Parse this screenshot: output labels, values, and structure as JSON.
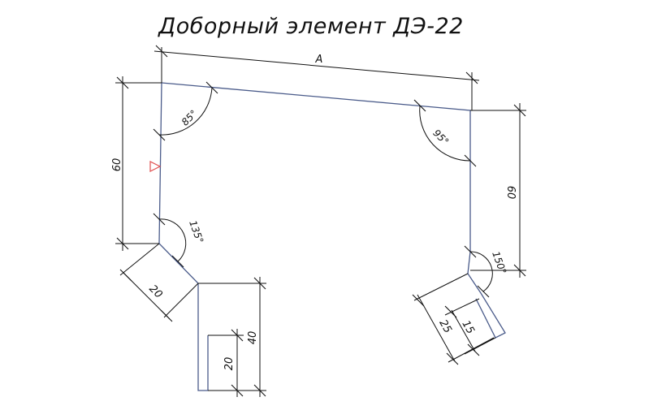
{
  "title": "Доборный элемент ДЭ-22",
  "colors": {
    "profile": "#4a5b8a",
    "dimension": "#111111",
    "marker": "#e05050",
    "background": "#ffffff"
  },
  "dimensions": {
    "width": "A",
    "left_height": "60",
    "right_height": "60",
    "left_flange": "20",
    "left_drop": "40",
    "left_hem": "20",
    "right_flange": "25",
    "right_hem": "15"
  },
  "angles": {
    "top_left": "85°",
    "top_right": "95°",
    "bottom_left": "135°",
    "bottom_right": "150°"
  },
  "marker_icon": "triangle-marker-icon"
}
